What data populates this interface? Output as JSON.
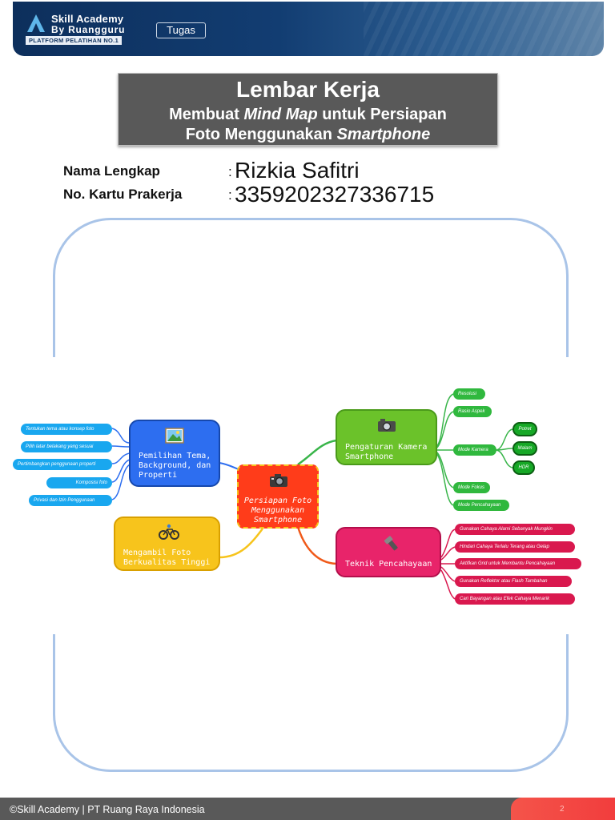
{
  "header": {
    "brand_line1": "Skill Academy",
    "brand_line2": "By Ruangguru",
    "brand_tagline": "PLATFORM PELATIHAN NO.1",
    "tag": "Tugas"
  },
  "title": {
    "main": "Lembar Kerja",
    "line2_pre": "Membuat ",
    "line2_em": "Mind Map",
    "line2_post": " untuk Persiapan",
    "line3_pre": "Foto Menggunakan ",
    "line3_em": "Smartphone"
  },
  "identity": {
    "name_label": "Nama Lengkap",
    "name_value": "Rizkia Safitri",
    "card_label": "No. Kartu Prakerja",
    "card_value": "3359202327336715",
    "colon": ":"
  },
  "mindmap": {
    "center": {
      "line1": "Persiapan Foto",
      "line2": "Menggunakan",
      "line3": "Smartphone",
      "icon": "camera-icon"
    },
    "theme": {
      "line1": "Pemilihan Tema,",
      "line2": "Background, dan",
      "line3": "Properti",
      "icon": "picture-icon",
      "items": [
        "Tentukan tema atau konsep foto",
        "Pilih latar belakang yang sesuai",
        "Pertimbangkan penggunaan properti",
        "Komposisi foto",
        "Privasi dan Izin Penggunaan"
      ]
    },
    "quality": {
      "line1": "Mengambil Foto",
      "line2": "Berkualitas Tinggi",
      "icon": "cyclist-icon"
    },
    "camera": {
      "line1": "Pengaturan Kamera",
      "line2": "Smartphone",
      "icon": "photo-camera-icon",
      "items": [
        "Resolusi",
        "Rasio Aspek",
        "Mode Kamera",
        "Mode Fokus",
        "Mode Pencahayaan"
      ],
      "modes": [
        "Potret",
        "Malam",
        "HDR"
      ]
    },
    "lighting": {
      "line1": "Teknik Pencahayaan",
      "icon": "flashlight-icon",
      "items": [
        "Gunakan Cahaya Alami Sebanyak Mungkin",
        "Hindari Cahaya Terlalu Terang atau Gelap",
        "Aktifkan Grid untuk Membantu Pencahayaan",
        "Gunakan Reflektor atau Flash Tambahan",
        "Cari Bayangan atau Efek Cahaya Menarik"
      ]
    }
  },
  "footer": {
    "text": "©Skill Academy | PT Ruang Raya Indonesia",
    "page": "2"
  },
  "colors": {
    "brand_navy": "#0d2f5c",
    "title_bg": "#595959",
    "frame": "#a9c4e8",
    "center": "#ff3c1a",
    "theme": "#2d6ef0",
    "quality": "#f7c41c",
    "camera": "#6bc22a",
    "lighting": "#e8246a",
    "theme_leaf": "#19a7ef",
    "camera_leaf": "#30b83e",
    "lighting_leaf": "#d9184e",
    "footer_accent": "#f2453d"
  }
}
